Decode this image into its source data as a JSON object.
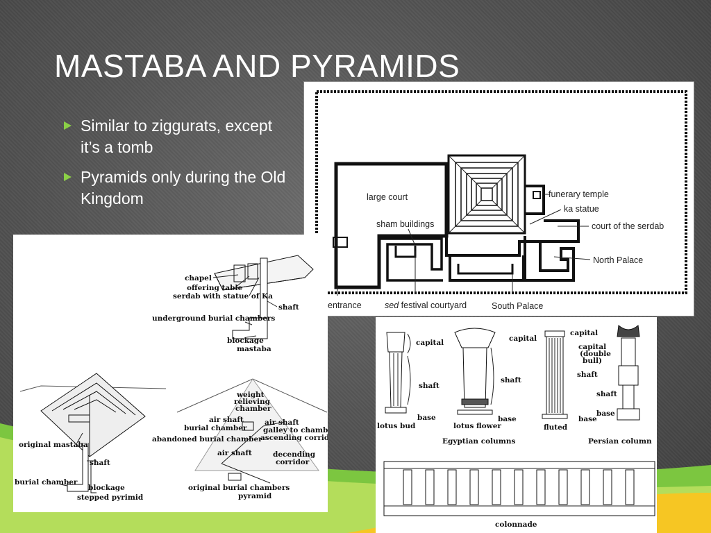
{
  "slide": {
    "title": "MASTABA AND PYRAMIDS",
    "bullets": [
      {
        "text": "Similar to ziggurats, except it’s a tomb"
      },
      {
        "text": "Pyramids only during the Old Kingdom"
      }
    ],
    "accent_color": "#8bd046"
  },
  "plan": {
    "labels": {
      "large_court": "large court",
      "sham_buildings": "sham buildings",
      "funerary_temple": "funerary temple",
      "ka_statue": "ka statue",
      "court_serdab": "court of the serdab",
      "north_palace": "North Palace",
      "entrance": "entrance",
      "sed_italic": "sed",
      "festival_courtyard": "festival courtyard",
      "south_palace": "South Palace"
    }
  },
  "tomb": {
    "labels": {
      "chapel": "chapel",
      "offering_table": "offering table",
      "serdab": "serdab with statue of Ka",
      "shaft": "shaft",
      "underground": "underground burial chambers",
      "blockage": "blockage",
      "mastaba": "mastaba",
      "original_mastaba": "original mastaba",
      "shaft2": "shaft",
      "burial_chamber": "burial chamber",
      "blockage2": "blockage",
      "stepped_pyramid": "stepped pyrimid",
      "weight_relieving_1": "weight",
      "weight_relieving_2": "relieving",
      "weight_relieving_3": "chamber",
      "air_shaft_left": "air shaft",
      "burial_chamber_p": "burial chamber",
      "air_shaft_right": "air shaft",
      "galley": "galley to chambers",
      "ascending": "ascending corridor",
      "abandoned": "abandoned burial chamber",
      "air_shaft_low": "air shaft",
      "decending_1": "decending",
      "decending_2": "corridor",
      "original_chambers": "original burial chambers",
      "pyramid": "pyramid"
    }
  },
  "columns": {
    "labels": {
      "capital_1": "capital",
      "shaft_1": "shaft",
      "base_1": "base",
      "lotus_bud": "lotus bud",
      "capital_2": "capital",
      "shaft_2": "shaft",
      "base_2": "base",
      "lotus_flower": "lotus flower",
      "capital_3": "capital",
      "shaft_3": "shaft",
      "base_3": "base",
      "fluted": "fluted",
      "capital_4": "capital",
      "double_1": "(double",
      "double_2": "bull)",
      "shaft_4": "shaft",
      "base_4": "base",
      "egyptian": "Egyptian columns",
      "persian": "Persian column",
      "colonnade": "colonnade"
    }
  }
}
